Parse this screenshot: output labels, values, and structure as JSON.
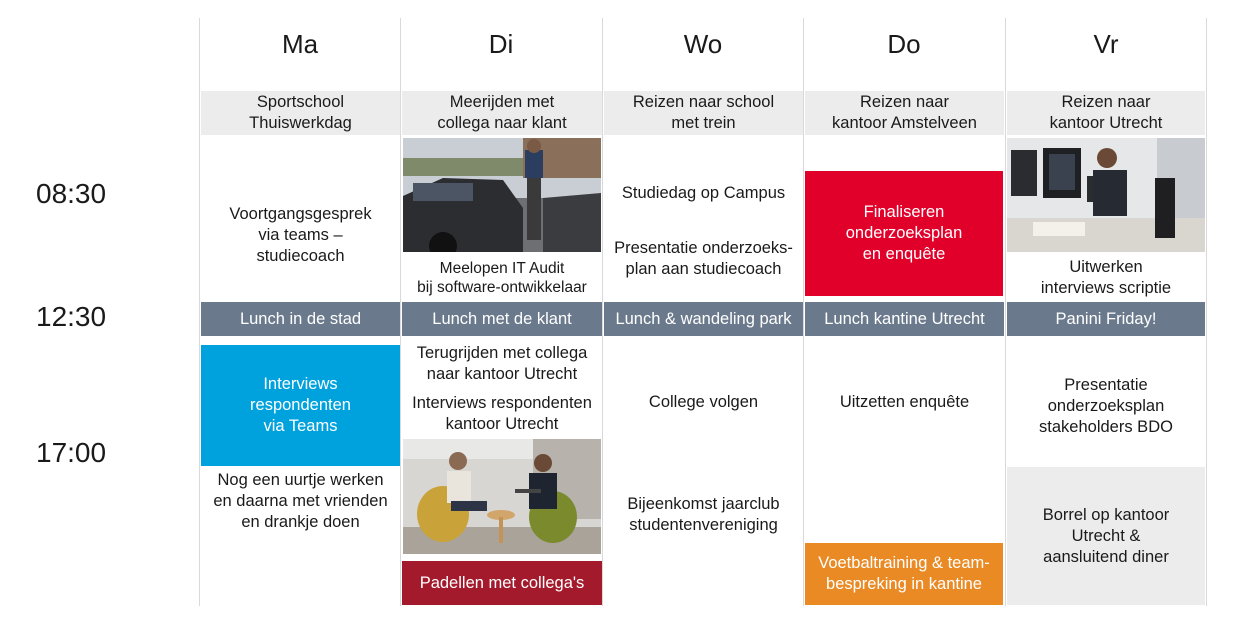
{
  "days": [
    "Ma",
    "Di",
    "Wo",
    "Do",
    "Vr"
  ],
  "times": [
    "08:30",
    "12:30",
    "17:00"
  ],
  "colors": {
    "lunch": "#6a7a8c",
    "grey": "#ececec",
    "blue": "#00a2dd",
    "red": "#e0002a",
    "darkred": "#a31a2c",
    "orange": "#e98a25"
  },
  "ma": {
    "travel": "Sportschool\nThuiswerkdag",
    "morning": "Voortgangsgesprek\nvia teams –\nstudiecoach",
    "lunch": "Lunch in de stad",
    "afternoon": "Interviews\nrespondenten\nvia Teams",
    "evening": "Nog een uurtje werken\nen daarna met vrienden\nen drankje doen"
  },
  "di": {
    "travel": "Meerijden met\ncollega naar klant",
    "morning": "Meelopen IT Audit\nbij software-ontwikkelaar",
    "lunch": "Lunch met de klant",
    "afternoon1": "Terugrijden met collega\nnaar kantoor Utrecht",
    "afternoon2": "Interviews respondenten\nkantoor Utrecht",
    "evening": "Padellen met collega's"
  },
  "wo": {
    "travel": "Reizen naar school\nmet trein",
    "morning1": "Studiedag op Campus",
    "morning2": "Presentatie onderzoeks-\nplan aan studiecoach",
    "lunch": "Lunch & wandeling park",
    "afternoon": "College volgen",
    "evening": "Bijeenkomst jaarclub\nstudentenvereniging"
  },
  "do": {
    "travel": "Reizen naar\nkantoor Amstelveen",
    "morning": "Finaliseren\nonderzoeksplan\nen enquête",
    "lunch": "Lunch kantine Utrecht",
    "afternoon": "Uitzetten enquête",
    "evening": "Voetbaltraining & team-\nbespreking in kantine"
  },
  "vr": {
    "travel": "Reizen naar\nkantoor Utrecht",
    "morning": "Uitwerken\ninterviews scriptie",
    "lunch": "Panini Friday!",
    "afternoon": "Presentatie\nonderzoeksplan\nstakeholders BDO",
    "evening": "Borrel op kantoor\nUtrecht &\naansluitend diner"
  }
}
